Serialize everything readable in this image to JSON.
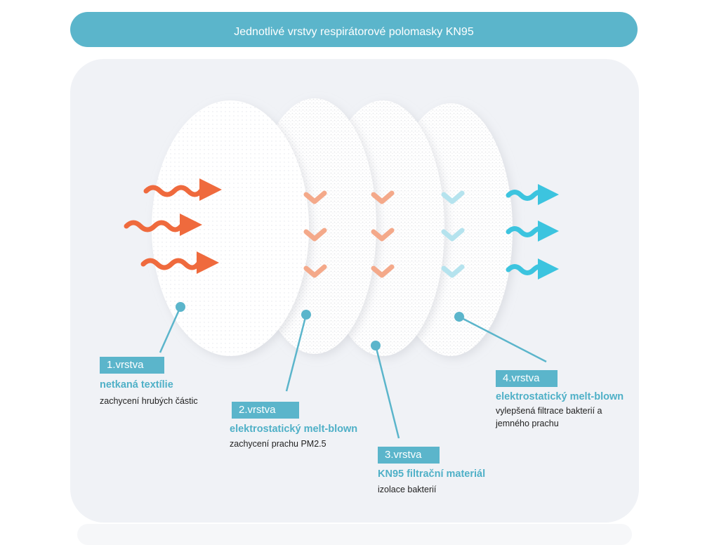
{
  "header": {
    "title": "Jednotlivé vrstvy respirátorové polomasky KN95"
  },
  "colors": {
    "accent": "#5bb5cb",
    "arrow_in": "#ef6a3d",
    "arrow_out": "#3cc4df",
    "panel": "#f0f2f6"
  },
  "layers": [
    {
      "tag": "1.vrstva",
      "title": "netkaná textílie",
      "desc": "zachycení hrubých částic"
    },
    {
      "tag": "2.vrstva",
      "title": "elektrostatický melt-blown",
      "desc": "zachycení prachu PM2.5"
    },
    {
      "tag": "3.vrstva",
      "title": "KN95 filtrační materiál",
      "desc": "izolace bakterií"
    },
    {
      "tag": "4.vrstva",
      "title": "elektrostatický melt-blown",
      "desc": "vylepšená filtrace bakterií a jemného prachu"
    }
  ]
}
